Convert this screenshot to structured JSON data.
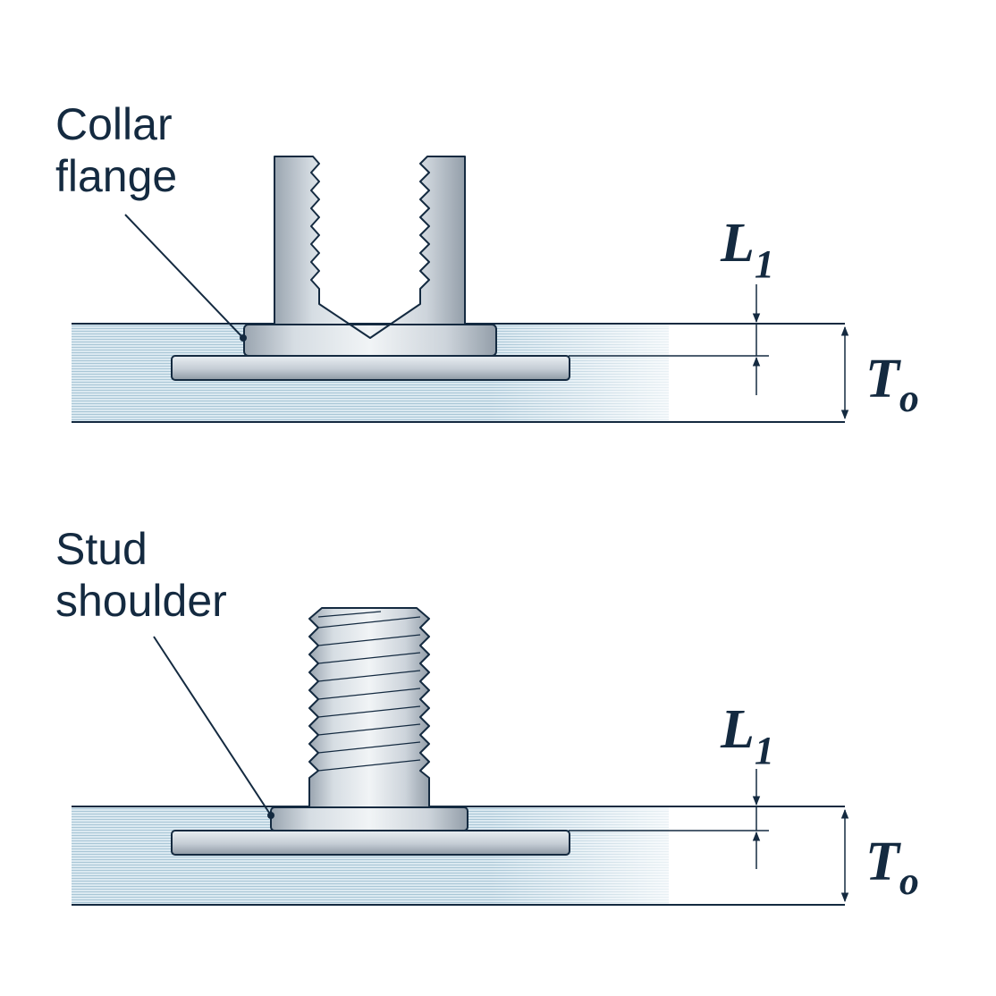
{
  "top_diagram": {
    "callout_line1": "Collar",
    "callout_line2": "flange",
    "dim_l_main": "L",
    "dim_l_sub": "1",
    "dim_t_main": "T",
    "dim_t_sub": "o"
  },
  "bottom_diagram": {
    "callout_line1": "Stud",
    "callout_line2": "shoulder",
    "dim_l_main": "L",
    "dim_l_sub": "1",
    "dim_t_main": "T",
    "dim_t_sub": "o"
  },
  "colors": {
    "ink": "#142a40",
    "panel_fill": "#d3e4ee",
    "metal_light": "#eef2f5",
    "metal_mid": "#c7cfd6",
    "metal_dark": "#8d98a3"
  }
}
